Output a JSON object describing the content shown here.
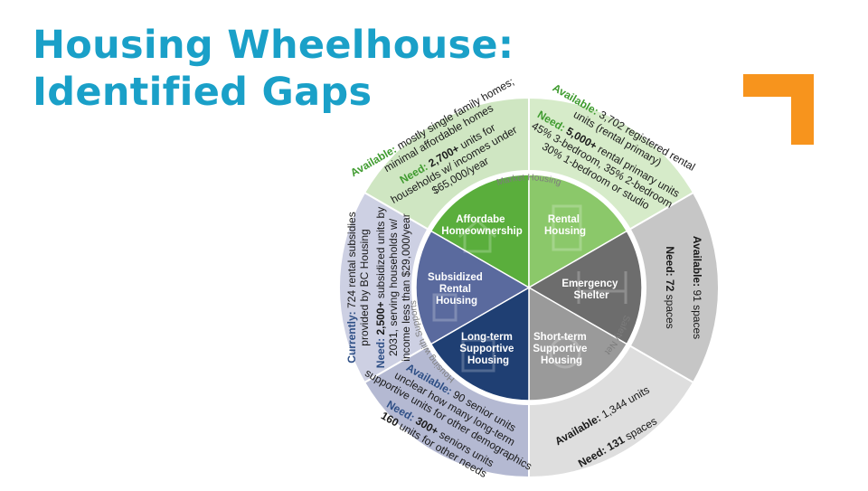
{
  "title": {
    "line1": "Housing Wheelhouse:",
    "line2": "Identified Gaps"
  },
  "wheel": {
    "arc_labels": {
      "market": "Market Housing",
      "safety": "Safety Net",
      "supports": "Housing with Supports"
    },
    "segments": [
      {
        "name": "affordable-homeownership",
        "label_lines": [
          "Affordabe",
          "Homeownership"
        ],
        "color": "#5aae3c"
      },
      {
        "name": "rental-housing",
        "label_lines": [
          "Rental",
          "Housing"
        ],
        "color": "#8bc86a"
      },
      {
        "name": "emergency-shelter",
        "label_lines": [
          "Emergency",
          "Shelter"
        ],
        "color": "#6d6d6d"
      },
      {
        "name": "short-term-supportive-housing",
        "label_lines": [
          "Short-term",
          "Supportive",
          "Housing"
        ],
        "color": "#9a9a9a"
      },
      {
        "name": "long-term-supportive-housing",
        "label_lines": [
          "Long-term",
          "Supportive",
          "Housing"
        ],
        "color": "#1f3f73"
      },
      {
        "name": "subsidized-rental-housing",
        "label_lines": [
          "Subsidized",
          "Rental",
          "Housing"
        ],
        "color": "#5a6a9e"
      }
    ],
    "outer": {
      "homeownership": {
        "available_label": "Available:",
        "available_text": " mostly single family homes;",
        "available_line2": "minimal affordable homes",
        "need_label": "Need:",
        "need_value": " 2,700+",
        "need_text": " units for",
        "need_line2": "households w/ incomes under",
        "need_line3": "$65,000/year"
      },
      "rental": {
        "available_label": "Available:",
        "available_text": " 3,702 registered rental",
        "available_line2": "units (rental primary)",
        "need_label": "Need:",
        "need_value": " 5,000+",
        "need_text": " rental primary units",
        "need_line2": "45% 3-bedroom, 35% 2-bedroom",
        "need_line3": "30% 1-bedroom or studio"
      },
      "shelter": {
        "available_label": "Available:",
        "available_text": " 91 spaces",
        "need_label": "Need:",
        "need_value": " 72",
        "need_text": " spaces"
      },
      "short_term": {
        "available_label": "Available:",
        "available_text": " 1,344 units",
        "need_label": "Need:",
        "need_value": " 131",
        "need_text": " spaces"
      },
      "long_term": {
        "available_label": "Available:",
        "available_text": " 90 senior units",
        "available_line2": "unclear how many long-term",
        "available_line3": "supportive units for other demographics",
        "need_label": "Need:",
        "need_value": " 300+",
        "need_text": " seniors units",
        "need_line2_value": "160",
        "need_line2_text": " units for other needs"
      },
      "subsidized": {
        "current_label": "Currently:",
        "current_text": " 724 rental subsidies",
        "current_line2": "provided by BC Housing",
        "need_label": "Need:",
        "need_value": " 2,500+",
        "need_text": " subsidized units by",
        "need_line2": "2031, serving households w/",
        "need_line3": "income less than $29,000/year"
      }
    },
    "colors": {
      "title": "#1aa0c8",
      "accent_corner": "#f7941d",
      "green_label": "#3f9b2f",
      "blue_label": "#2e4f86",
      "outer_green": "#cfe6c2",
      "outer_gray": "#c6c6c6",
      "outer_lightgray": "#dedede",
      "outer_navy": "#b4b9d2",
      "outer_lavender": "#cdd0e3"
    }
  }
}
